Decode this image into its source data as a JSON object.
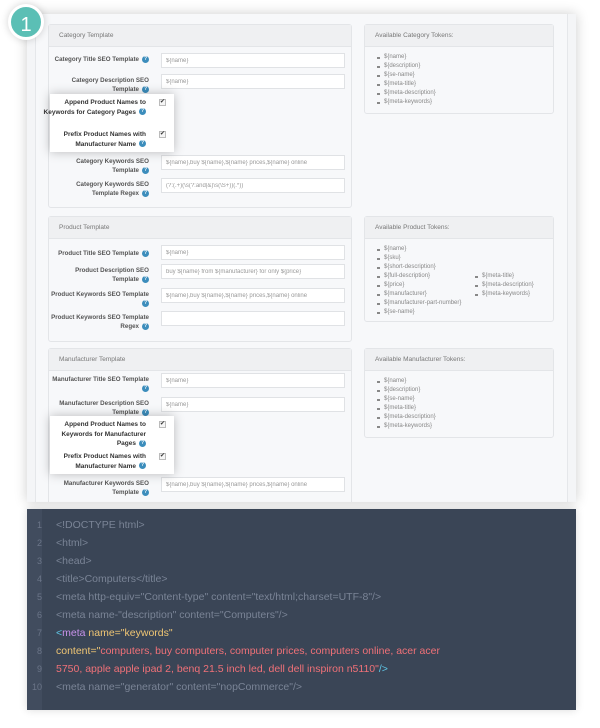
{
  "step": "1",
  "category_panel": {
    "title": "Category Template",
    "fields": [
      {
        "label": "Category Title SEO Template",
        "value": "${name}"
      },
      {
        "label": "Category Description SEO Template",
        "value": "${name}"
      },
      {
        "label": "Category Keywords SEO Template",
        "value": "${name},buy ${name},${name} prices,${name} online"
      },
      {
        "label": "Category Keywords SEO Template Regex",
        "value": "(?:(.+)(\\s(?:and|&)\\s(\\S+))(.*))"
      }
    ],
    "checkboxes": [
      {
        "label": "Append Product Names to Keywords for Category Pages",
        "checked": true
      },
      {
        "label": "Prefix Product Names with Manufacturer Name",
        "checked": true
      }
    ],
    "tokens_title": "Available Category Tokens:",
    "tokens": [
      "${name}",
      "${description}",
      "${se-name}",
      "${meta-title}",
      "${meta-description}",
      "${meta-keywords}"
    ]
  },
  "product_panel": {
    "title": "Product Template",
    "fields": [
      {
        "label": "Product Title SEO Template",
        "value": "${name}"
      },
      {
        "label": "Product Description SEO Template",
        "value": "buy ${name} from ${manufacturer} for only ${price}"
      },
      {
        "label": "Product Keywords SEO Template",
        "value": "${name},buy ${name},${name} prices,${name} online"
      },
      {
        "label": "Product Keywords SEO Template Regex",
        "value": ""
      }
    ],
    "tokens_title": "Available Product Tokens:",
    "tokens_col1": [
      "${name}",
      "${sku}",
      "${short-description}",
      "${full-description}",
      "${price}",
      "${manufacturer}",
      "${manufacturer-part-number}",
      "${se-name}"
    ],
    "tokens_col2": [
      "${meta-title}",
      "${meta-description}",
      "${meta-keywords}"
    ]
  },
  "manufacturer_panel": {
    "title": "Manufacturer Template",
    "fields": [
      {
        "label": "Manufacturer Title SEO Template",
        "value": "${name}"
      },
      {
        "label": "Manufacturer Description SEO Template",
        "value": "${name}"
      },
      {
        "label": "Manufacturer Keywords SEO Template",
        "value": "${name},buy ${name},${name} prices,${name} online"
      }
    ],
    "checkboxes": [
      {
        "label": "Append Product Names to Keywords for Manufacturer Pages",
        "checked": true
      },
      {
        "label": "Prefix Product Names with Manufacturer Name",
        "checked": true
      }
    ],
    "tokens_title": "Available Manufacturer Tokens:",
    "tokens": [
      "${name}",
      "${description}",
      "${se-name}",
      "${meta-title}",
      "${meta-description}",
      "${meta-keywords}"
    ]
  },
  "help_icon": "?",
  "check_glyph": "✔",
  "code": {
    "lines": [
      {
        "n": "1",
        "text": "<!DOCTYPE html>"
      },
      {
        "n": "2",
        "text": "<html>"
      },
      {
        "n": "3",
        "text": "<head>"
      },
      {
        "n": "4",
        "text": "<title>Computers</title>"
      },
      {
        "n": "5",
        "text": "<meta http-equiv=\"Content-type\" content=\"text/html;charset=UTF-8\"/>"
      },
      {
        "n": "6",
        "text": "<meta name-\"description\" content=\"Computers\"/>"
      },
      {
        "n": "7",
        "tag_open": "<",
        "tag": "meta",
        "attr": " name=\"keywords\""
      },
      {
        "n": "8",
        "attr": "content=\"",
        "str": "computers, buy computers, computer prices, computers online, acer acer"
      },
      {
        "n": "9",
        "str": "5750, apple apple ipad 2, benq 21.5 inch led, dell dell inspiron n5110\"",
        "close": "/>"
      },
      {
        "n": "10",
        "text": "<meta name=\"generator\" content=\"nopCommerce\"/>"
      }
    ]
  },
  "colors": {
    "badge": "#5bbfb5",
    "help_icon": "#3c8dbc",
    "code_bg": "#3a4556",
    "code_tag": "#c792ea",
    "code_attr": "#f0c674",
    "code_string": "#f07178",
    "code_punct": "#5fc8e8"
  }
}
